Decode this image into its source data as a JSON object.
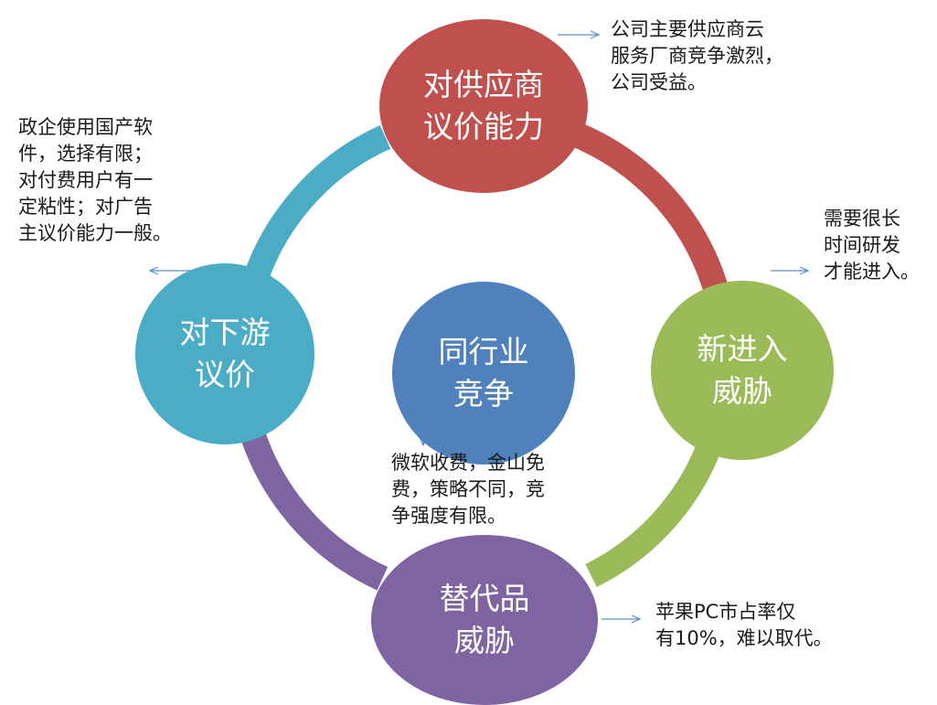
{
  "colors": {
    "supplier": "#C0504D",
    "entrant": "#9BBB59",
    "substitute": "#8064A2",
    "downstream": "#4BACC6",
    "rivalry": "#4F81BD",
    "arrow": "#5B8DC8"
  },
  "nodes": {
    "supplier": "对供应商\n议价能力",
    "entrant": "新进入\n威胁",
    "substitute": "替代品\n威胁",
    "downstream": "对下游\n议价",
    "rivalry": "同行业\n竞争"
  },
  "notes": {
    "supplier": "公司主要供应商云\n服务厂商竞争激烈，\n公司受益。",
    "entrant": "需要很长\n时间研发\n才能进入。",
    "substitute": "苹果PC市占率仅\n有10%，难以取代。",
    "downstream": "政企使用国产软\n件，选择有限；\n对付费用户有一\n定粘性；对广告\n主议价能力一般。",
    "rivalry": "微软收费，金山免\n费，策略不同，竞\n争强度有限。"
  }
}
